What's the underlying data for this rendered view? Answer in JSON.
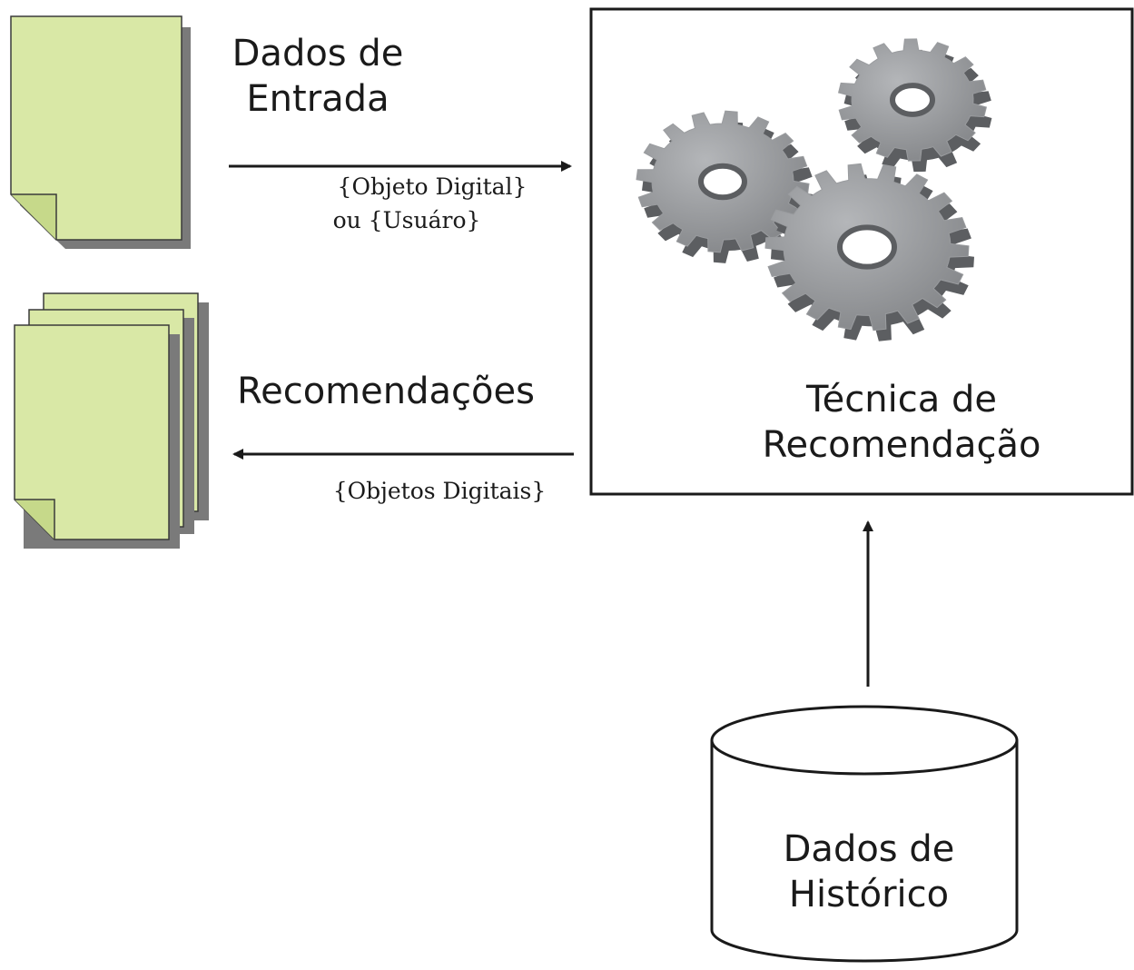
{
  "input": {
    "title_line1": "Dados de",
    "title_line2": "Entrada",
    "edge_label_line1": "{Objeto Digital}",
    "edge_label_line2": "ou {Usuáro}"
  },
  "output": {
    "title": "Recomendações",
    "edge_label": "{Objetos Digitais}"
  },
  "technique": {
    "title_line1": "Técnica de",
    "title_line2": "Recomendação",
    "icon": "gears-icon"
  },
  "history": {
    "title_line1": "Dados de",
    "title_line2": "Histórico",
    "icon": "database-cylinder-icon"
  },
  "colors": {
    "document_fill": "#d9e8a6",
    "document_shadow": "#7a7a7a",
    "gear_fill": "#9a9c9f",
    "gear_side": "#5c5e61",
    "stroke": "#1a1a1a"
  }
}
